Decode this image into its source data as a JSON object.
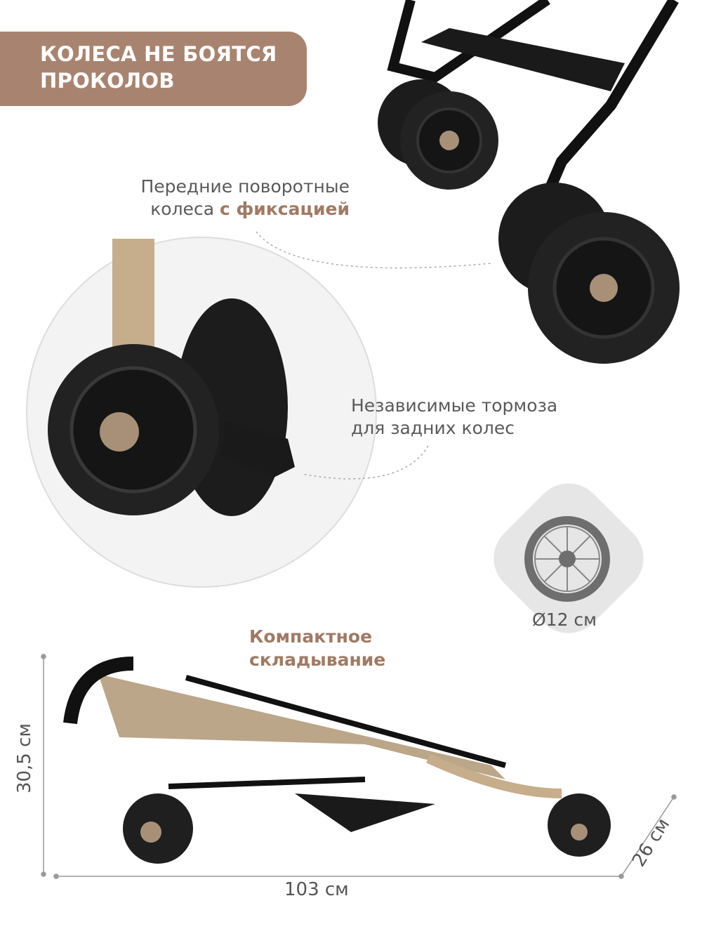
{
  "banner": {
    "line1": "КОЛЕСА НЕ БОЯТСЯ",
    "line2": "ПРОКОЛОВ"
  },
  "front_wheels": {
    "text": "Передние поворотные",
    "text2": "колеса",
    "accent": "с фиксацией"
  },
  "rear_brakes": {
    "line1": "Независимые тормоза",
    "line2": "для задних колес"
  },
  "wheel_size": {
    "label": "Ø12 см",
    "icon": "wheel-icon"
  },
  "folding": {
    "line1": "Компактное",
    "line2": "складывание"
  },
  "dimensions": {
    "height": "30,5 см",
    "length": "103 см",
    "width": "26 см"
  },
  "colors": {
    "accent": "#a88470",
    "text": "#5a5a5a",
    "badge": "#e6e6e6"
  }
}
